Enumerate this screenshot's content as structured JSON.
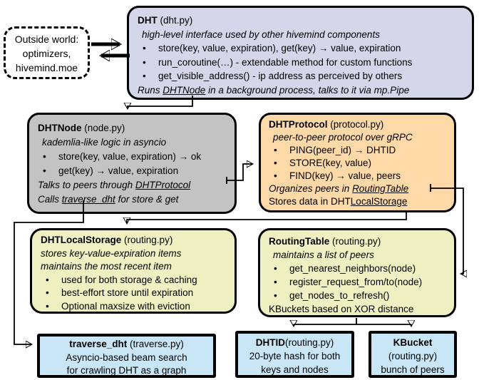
{
  "colors": {
    "dht_fill": "#d3d7e9",
    "node_fill": "#c3c3c3",
    "protocol_fill": "#fcd9a6",
    "yellow_fill": "#eef0c2",
    "leaf_fill": "#c8e6f6",
    "outside_fill": "#ffffff",
    "border": "#000000",
    "background": "#ffffff"
  },
  "outside_world": {
    "lines": [
      "Outside world:",
      "optimizers,",
      "hivemind.moe"
    ]
  },
  "dht": {
    "title": "DHT",
    "file": " (dht.py)",
    "subtitle": "high-level interface used by other hivemind components",
    "bullets": [
      "store(key, value, expiration), get(key) →  value, expiration",
      "run_coroutine(…) - extendable method for custom functions",
      "get_visible_address() - ip address as perceived by others"
    ],
    "footer": {
      "prefix": "Runs ",
      "link": "DHTNode",
      "suffix": " in a background process, talks to it via mp.Pipe"
    }
  },
  "dht_node": {
    "title": "DHTNode",
    "file": " (node.py)",
    "subtitle": "kademlia-like logic in asyncio",
    "bullets": [
      "store(key, value, expiration) → ok",
      "get(key) → value, expiration"
    ],
    "footer1": {
      "prefix": "Talks to peers through ",
      "link": "DHTProtocol"
    },
    "footer2": {
      "prefix": "Calls ",
      "link": "traverse_dht",
      "suffix": " for store & get"
    }
  },
  "dht_protocol": {
    "title": "DHTProtocol",
    "file": " (protocol.py)",
    "subtitle": "peer-to-peer protocol over gRPC",
    "bullets": [
      "PING(peer_id) → DHTID",
      "STORE(key, value)",
      "FIND(key) →  value, peers"
    ],
    "footer1": {
      "prefix": "Organizes peers in ",
      "link": "RoutingTable"
    },
    "footer2": {
      "prefix": "Stores data in DHT",
      "link": "LocalStorage"
    }
  },
  "dht_local_storage": {
    "title": "DHTLocalStorage",
    "file": " (routing.py)",
    "subtitle1": "stores key-value-expiration items",
    "subtitle2": "maintains the most recent item",
    "bullets": [
      "used for both storage & caching",
      "best-effort store until expiration",
      "Optional maxsize with eviction"
    ]
  },
  "routing_table": {
    "title": "RoutingTable",
    "file": " (routing.py)",
    "subtitle": "maintains a list of peers",
    "bullets": [
      "get_nearest_neighbors(node)",
      "register_request_from/to(node)",
      "get_nodes_to_refresh()"
    ],
    "footer": "KBuckets based on XOR distance"
  },
  "traverse_dht": {
    "title": "traverse_dht",
    "file": " (traverse.py)",
    "lines": [
      "Asyncio-based beam search",
      "for crawling DHT as a graph"
    ]
  },
  "dhtid": {
    "title": "DHTID",
    "file": "(routing.py)",
    "lines": [
      "20-byte hash for both",
      "keys and nodes"
    ]
  },
  "kbucket": {
    "title": "KBucket",
    "file": "(routing.py)",
    "lines": [
      "bunch of peers"
    ]
  }
}
